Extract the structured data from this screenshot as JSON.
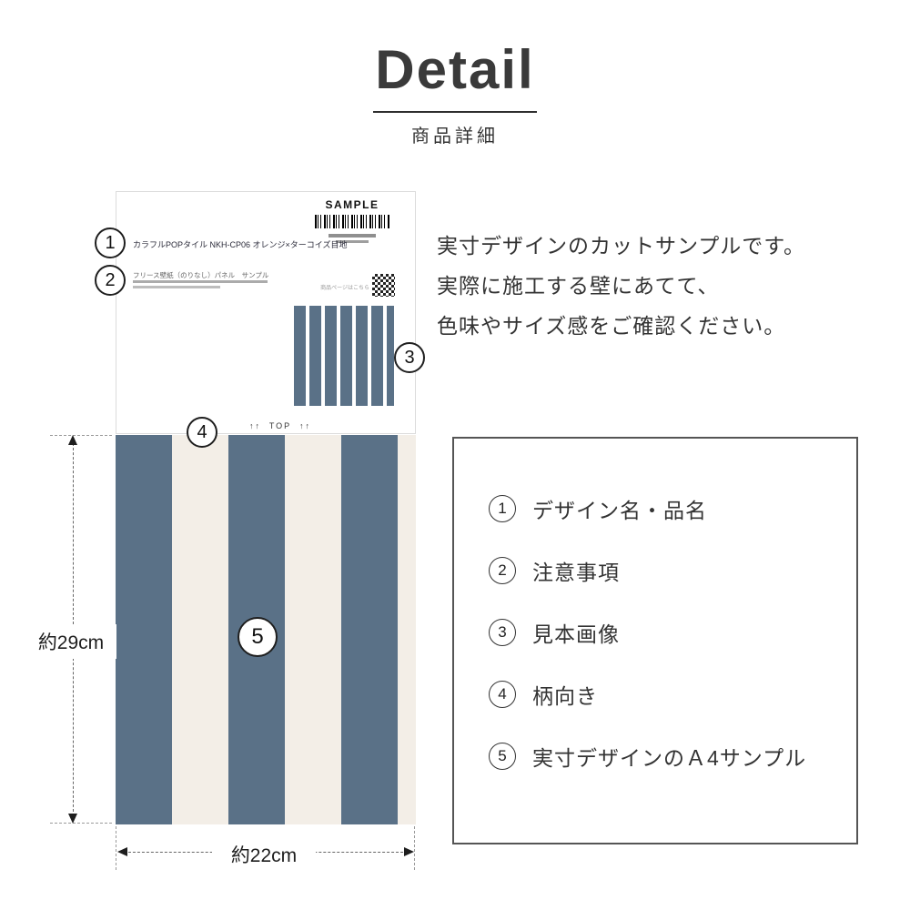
{
  "colors": {
    "stripe_blue": "#5a7187",
    "stripe_cream": "#f3eee7"
  },
  "header": {
    "title": "Detail",
    "subtitle": "商品詳細"
  },
  "card": {
    "sample_label": "SAMPLE",
    "product_name": "カラフルPOPタイル NKH-CP06 オレンジ×ターコイズ目地",
    "usage_note": "フリース壁紙（のりなし）パネル　サンプル",
    "qr_caption": "商品ページはこちら",
    "top_label": "↑↑  TOP  ↑↑"
  },
  "callouts": {
    "n1": "1",
    "n2": "2",
    "n3": "3",
    "n4": "4",
    "n5": "5"
  },
  "dimensions": {
    "height_label": "約29cm",
    "width_label": "約22cm"
  },
  "description": {
    "lines": [
      "実寸デザインのカットサンプルです。",
      "実際に施工する壁にあてて、",
      "色味やサイズ感をご確認ください。"
    ]
  },
  "legend": {
    "items": [
      {
        "num": "1",
        "label": "デザイン名・品名"
      },
      {
        "num": "2",
        "label": "注意事項"
      },
      {
        "num": "3",
        "label": "見本画像"
      },
      {
        "num": "4",
        "label": "柄向き"
      },
      {
        "num": "5",
        "label": "実寸デザインのＡ4サンプル"
      }
    ]
  }
}
